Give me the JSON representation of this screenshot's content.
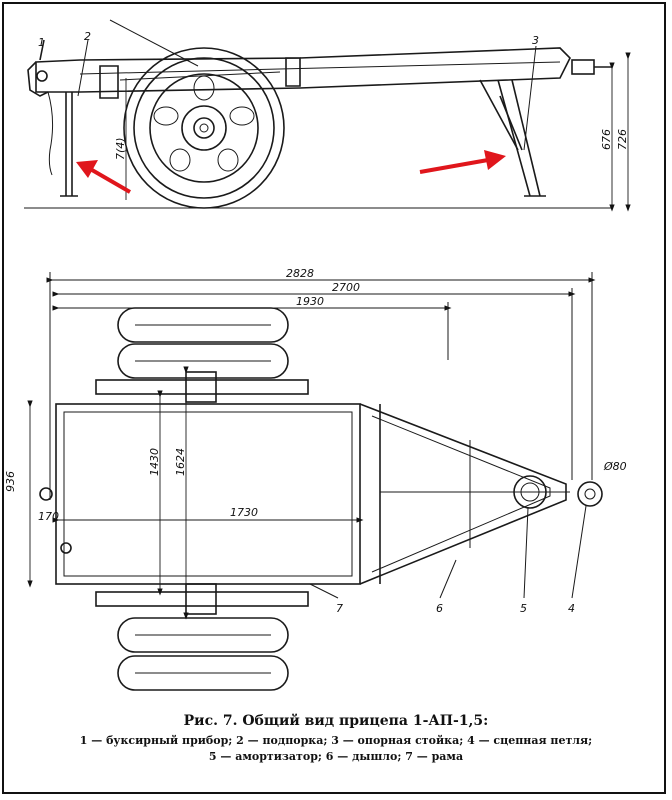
{
  "side_view": {
    "callouts": [
      "1",
      "2",
      "3"
    ],
    "height_dims": [
      "676",
      "726"
    ],
    "axle_dim": "7(4)"
  },
  "top_view": {
    "overall_dims": [
      "2828",
      "2700",
      "1930"
    ],
    "width_dim": "936",
    "wheel_dims": [
      "1430",
      "1624"
    ],
    "length_dim": "1730",
    "small_dim": "170",
    "loop_dim": "Ø80",
    "callouts": [
      "7",
      "6",
      "5",
      "4"
    ]
  },
  "annotation_color": "#e0161c",
  "caption": {
    "title": "Рис. 7. Общий вид прицепа 1-АП-1,5:",
    "line1": "1 — буксирный прибор; 2 — подпорка; 3 — опорная стойка; 4 — сцепная петля;",
    "line2": "5 — амортизатор; 6 — дышло; 7 — рама"
  }
}
